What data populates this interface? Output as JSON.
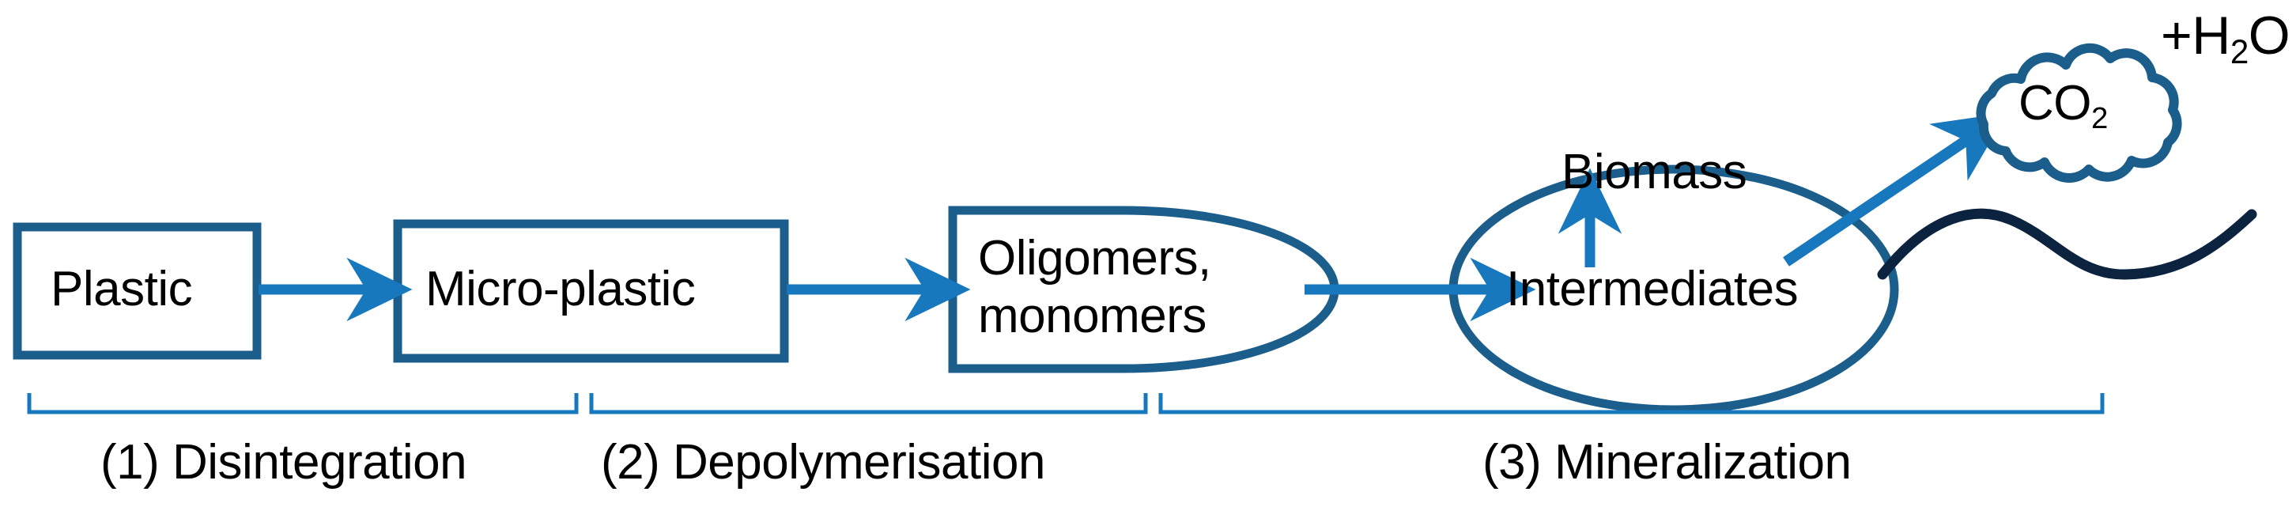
{
  "diagram": {
    "title": "Plastic biodegradation pathway",
    "colors": {
      "shape_stroke": "#1B5E8C",
      "arrow": "#1878BE",
      "bracket": "#1878BE",
      "wave": "#0C2340",
      "text": "#000000",
      "background": "#FFFFFF"
    },
    "nodes": [
      {
        "id": "plastic",
        "label": "Plastic",
        "shape": "rectangle"
      },
      {
        "id": "microplastic",
        "label": "Micro-plastic",
        "shape": "rectangle"
      },
      {
        "id": "oligomers",
        "label_line1": "Oligomers,",
        "label_line2": "monomers",
        "shape": "delay"
      },
      {
        "id": "biomass",
        "label": "Biomass",
        "shape": "text"
      },
      {
        "id": "intermediates",
        "label": "Intermediates",
        "shape": "text"
      },
      {
        "id": "co2",
        "label": "CO",
        "label_sub": "2",
        "shape": "cloud"
      }
    ],
    "annotations": {
      "water": {
        "prefix": "+H",
        "sub": "2",
        "suffix": "O"
      }
    },
    "stages": [
      {
        "index": "(1)",
        "label": "(1) Disintegration"
      },
      {
        "index": "(2)",
        "label": "(2) Depolymerisation"
      },
      {
        "index": "(3)",
        "label": "(3) Mineralization"
      }
    ],
    "flow_arrows": [
      {
        "from": "plastic",
        "to": "microplastic"
      },
      {
        "from": "microplastic",
        "to": "oligomers"
      },
      {
        "from": "oligomers",
        "to": "intermediates"
      },
      {
        "from": "intermediates",
        "to": "biomass"
      },
      {
        "from": "intermediates",
        "to": "co2"
      }
    ]
  }
}
